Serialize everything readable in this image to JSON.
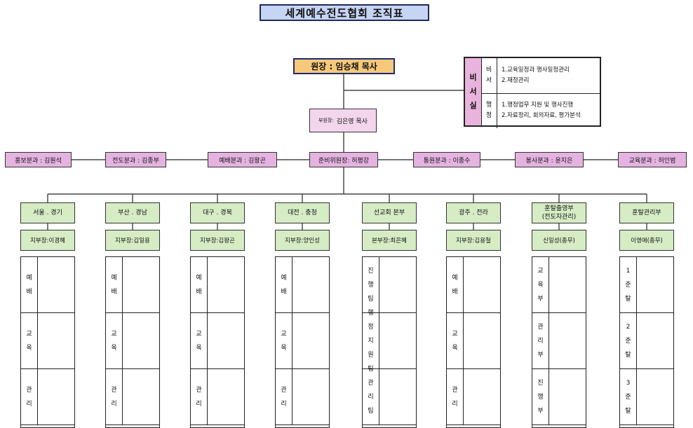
{
  "title": "세계예수전도협회 조직표",
  "director": "원장 : 임승채 목사",
  "secretariat": {
    "label": "비서실",
    "rows": [
      {
        "name": "비서",
        "items": [
          "1.교육일정과 행사일정관리",
          "2.재정관리"
        ]
      },
      {
        "name": "행정",
        "items": [
          "1.행정업무 지원 및 행사진행",
          "2.자료정리, 회의자료, 평가분석"
        ]
      }
    ]
  },
  "vice_director": {
    "prefix": "부원장:",
    "name": "김은영 목사"
  },
  "departments": [
    "홍보분과 : 김원석",
    "전도분과 : 김종부",
    "예배분과 : 김왕곤",
    "준비위원장: 허평강",
    "통원분과 : 이종수",
    "봉사분과 : 윤지은",
    "교육분과 : 허인범"
  ],
  "branches": [
    {
      "name": "서울 . 경기",
      "chief": "지부장:이경혜",
      "subs": [
        "예배",
        "교육",
        "관리"
      ]
    },
    {
      "name": "부산 . 경남",
      "chief": "지부장:김일용",
      "subs": [
        "예배",
        "교육",
        "관리"
      ]
    },
    {
      "name": "대구 . 경북",
      "chief": "지부장:김왕곤",
      "subs": [
        "예배",
        "교육",
        "관리"
      ]
    },
    {
      "name": "대전 . 충청",
      "chief": "지부장:양인성",
      "subs": [
        "예배",
        "교육",
        "관리"
      ]
    },
    {
      "name": "선교회 본부",
      "chief": "본부장:최은혜",
      "subs": [
        "진행팀",
        "행정지원팀",
        "관리팀"
      ]
    },
    {
      "name": "광주 . 전라",
      "chief": "지부장:김용철",
      "subs": [
        "예배",
        "교육",
        "관리"
      ]
    },
    {
      "name": "훈탈출영부\n(전도자관리)",
      "chief": "신일성(총무)",
      "subs": [
        "교육부",
        "관리부",
        "진행부"
      ]
    },
    {
      "name": "훈탈관리부",
      "chief": "이영애(총무)",
      "subs": [
        "1준탈",
        "2준탈",
        "3준탈"
      ]
    }
  ]
}
